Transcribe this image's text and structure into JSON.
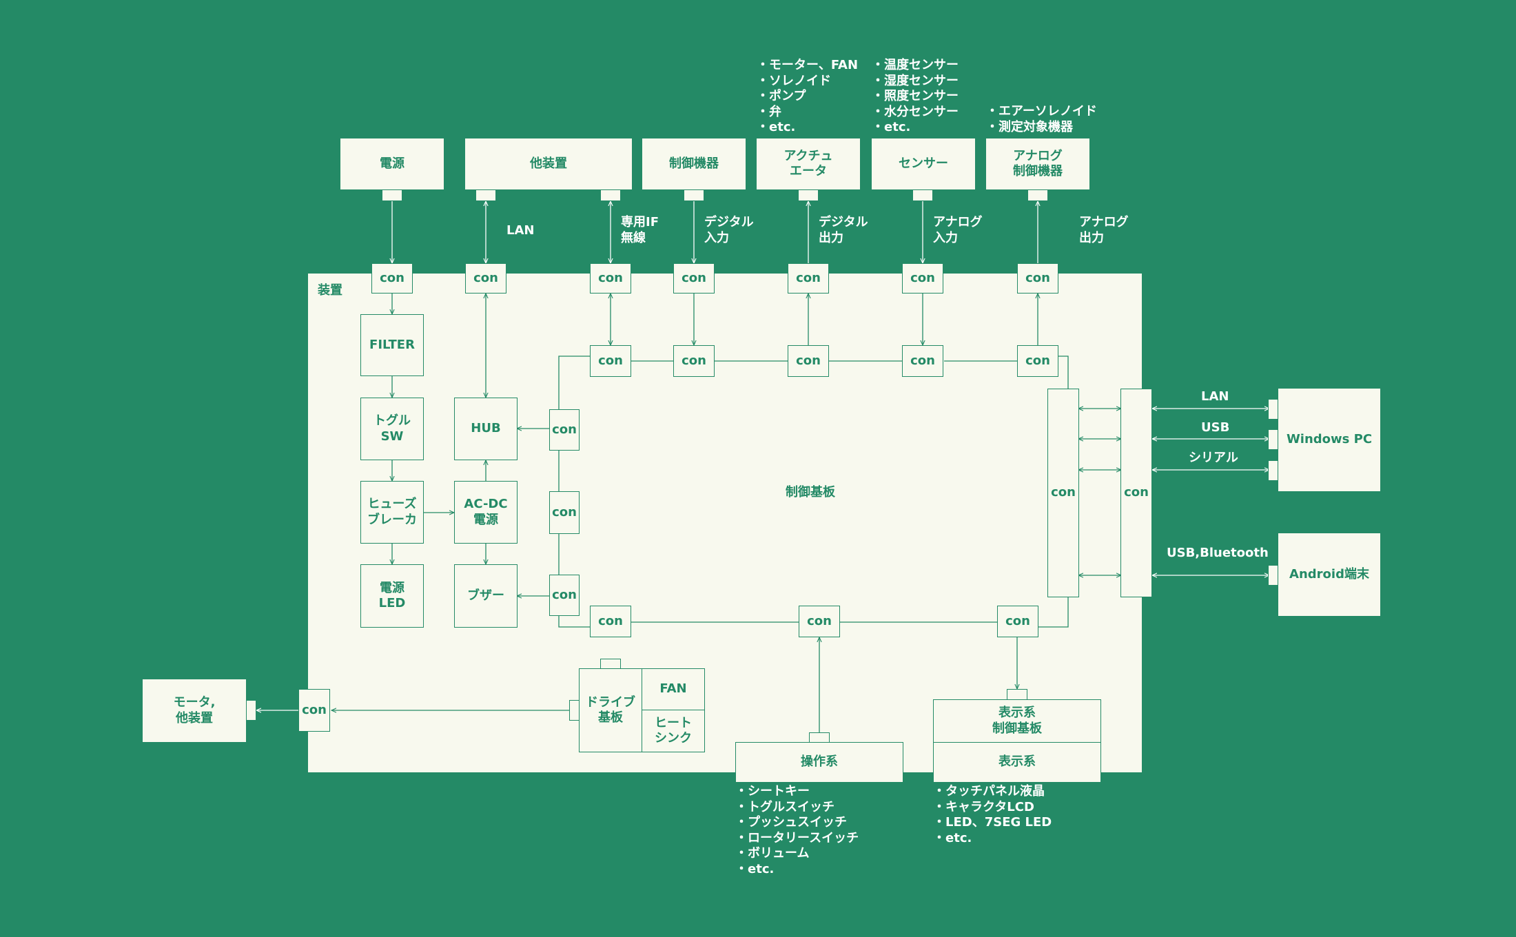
{
  "device": {
    "label": "装置",
    "board_label": "制御基板"
  },
  "external_top": [
    {
      "id": "power",
      "label": "電源"
    },
    {
      "id": "other-device",
      "label": "他装置"
    },
    {
      "id": "control-device",
      "label": "制御機器"
    },
    {
      "id": "actuator",
      "label": "アクチュ\nエータ"
    },
    {
      "id": "sensor",
      "label": "センサー"
    },
    {
      "id": "analog-control-device",
      "label": "アナログ\n制御機器"
    }
  ],
  "top_signal_labels": {
    "lan": "LAN",
    "dedicated": "専用IF\n無線",
    "digital_in": "デジタル\n入力",
    "digital_out": "デジタル\n出力",
    "analog_in": "アナログ\n入力",
    "analog_out": "アナログ\n出力"
  },
  "actuator_examples": [
    "モーター、FAN",
    "ソレノイド",
    "ポンプ",
    "弁",
    "etc."
  ],
  "sensor_examples": [
    "温度センサー",
    "湿度センサー",
    "照度センサー",
    "水分センサー",
    "etc."
  ],
  "analog_examples": [
    "エアーソレノイド",
    "測定対象機器"
  ],
  "connector_label": "con",
  "internal": {
    "filter": "FILTER",
    "toggle_sw": "トグル\nSW",
    "fuse_breaker": "ヒューズ\nブレーカ",
    "power_led": "電源\nLED",
    "hub": "HUB",
    "acdc": "AC-DC\n電源",
    "buzzer": "ブザー",
    "drive_board": "ドライブ\n基板",
    "fan": "FAN",
    "heatsink": "ヒート\nシンク"
  },
  "motor": "モータ,\n他装置",
  "operation": {
    "label": "操作系",
    "examples": [
      "シートキー",
      "トグルスイッチ",
      "プッシュスイッチ",
      "ロータリースイッチ",
      "ボリューム",
      "etc."
    ]
  },
  "display": {
    "board": "表示系\n制御基板",
    "label": "表示系",
    "examples": [
      "タッチパネル液晶",
      "キャラクタLCD",
      "LED、7SEG LED",
      "etc."
    ]
  },
  "right": {
    "lan": "LAN",
    "usb": "USB",
    "serial": "シリアル",
    "usb_bt": "USB,Bluetooth",
    "windows_pc": "Windows PC",
    "android": "Android端末"
  },
  "colors": {
    "background": "#248a66",
    "panel": "#f8f9ee",
    "accent": "#248a66",
    "text_on_bg": "#ffffff"
  }
}
